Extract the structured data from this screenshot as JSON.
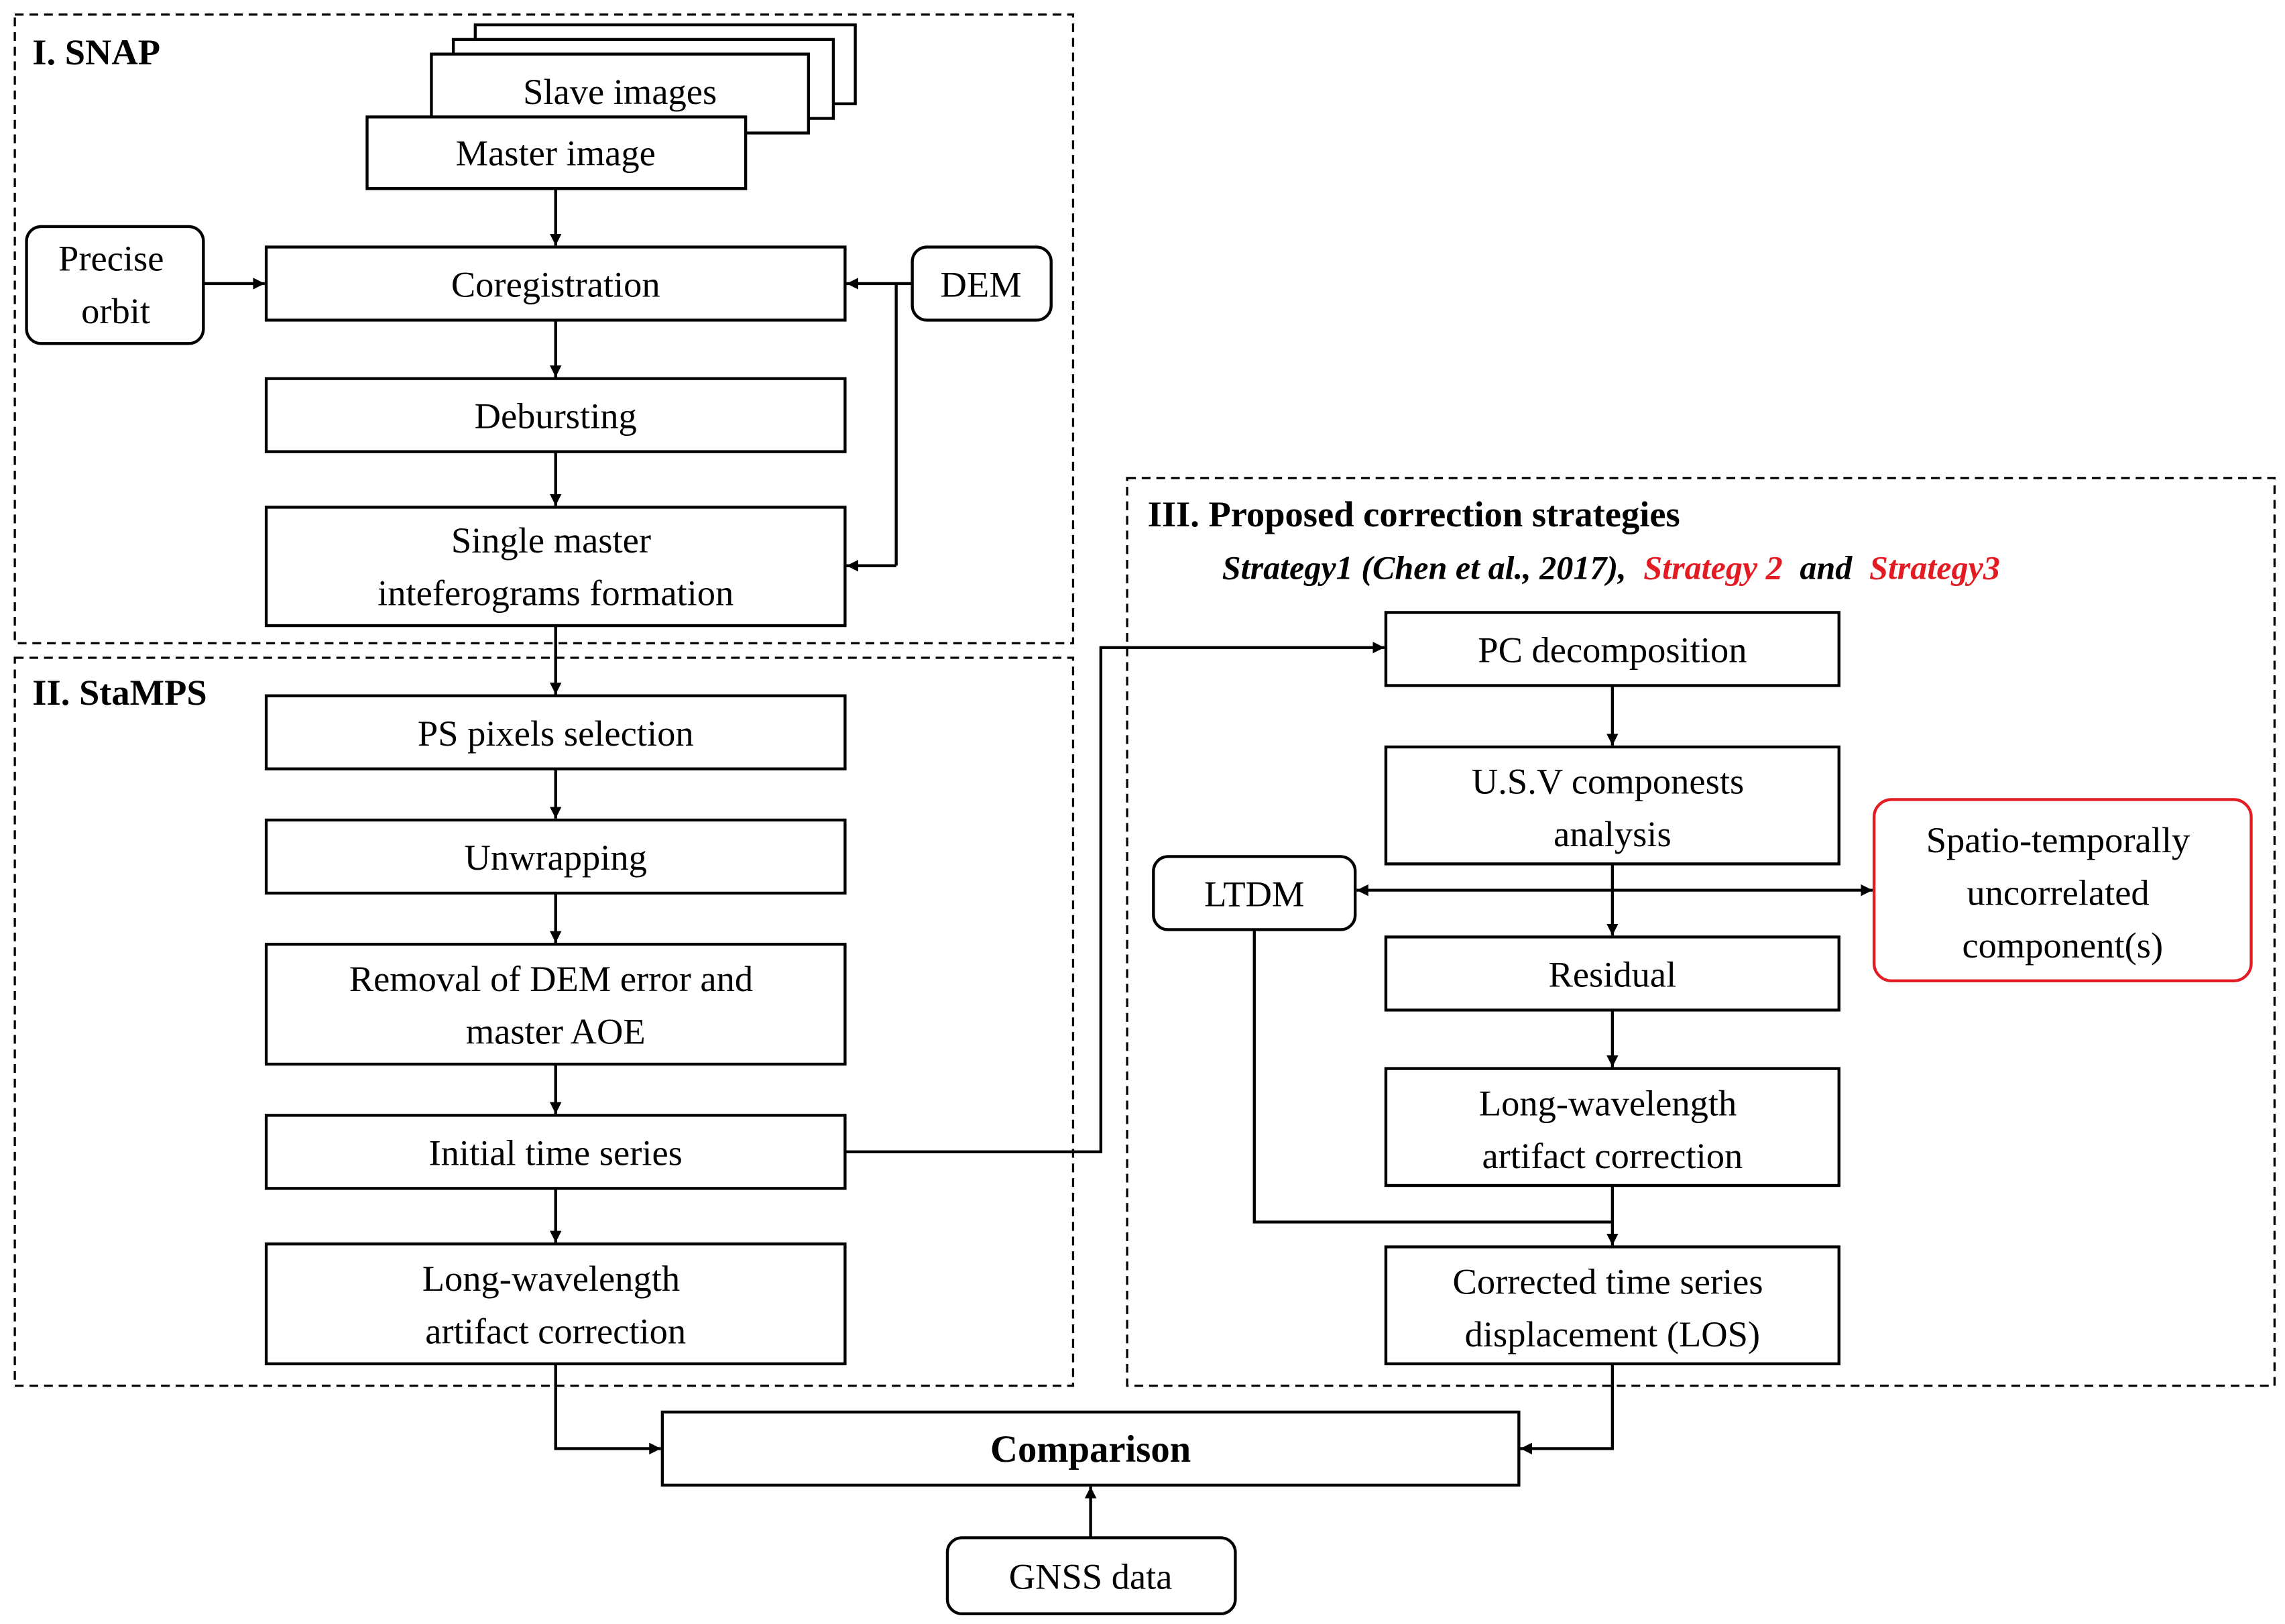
{
  "sections": {
    "snap": {
      "title": "I. SNAP"
    },
    "stamps": {
      "title": "II. StaMPS"
    },
    "proposed": {
      "title": "III. Proposed correction strategies",
      "strategies": {
        "part1": "Strategy1 (Chen et al., 2017),",
        "part2": "Strategy 2",
        "part3": "and",
        "part4": "Strategy3"
      }
    }
  },
  "nodes": {
    "slave_images": "Slave images",
    "master_image": "Master image",
    "precise_orbit": [
      "Precise",
      "orbit"
    ],
    "coregistration": "Coregistration",
    "dem": "DEM",
    "debursting": "Debursting",
    "single_master": [
      "Single master",
      "inteferograms formation"
    ],
    "ps_pixels": "PS pixels selection",
    "unwrapping": "Unwrapping",
    "removal_dem": [
      "Removal of DEM error and",
      "master AOE"
    ],
    "initial_ts": "Initial time series",
    "lwac_stamps": [
      "Long-wavelength",
      "artifact correction"
    ],
    "pc_decomposition": "PC decomposition",
    "usv": [
      "U.S.V componests",
      "analysis"
    ],
    "ltdm": "LTDM",
    "spatio": [
      "Spatio-temporally",
      "uncorrelated",
      "component(s)"
    ],
    "residual": "Residual",
    "lwac_proposed": [
      "Long-wavelength",
      "artifact correction"
    ],
    "corrected": [
      "Corrected time series",
      "displacement (LOS)"
    ],
    "comparison": "Comparison",
    "gnss": "GNSS data"
  },
  "colors": {
    "stroke": "#000000",
    "highlight": "#e31c23",
    "text": "#000000"
  }
}
